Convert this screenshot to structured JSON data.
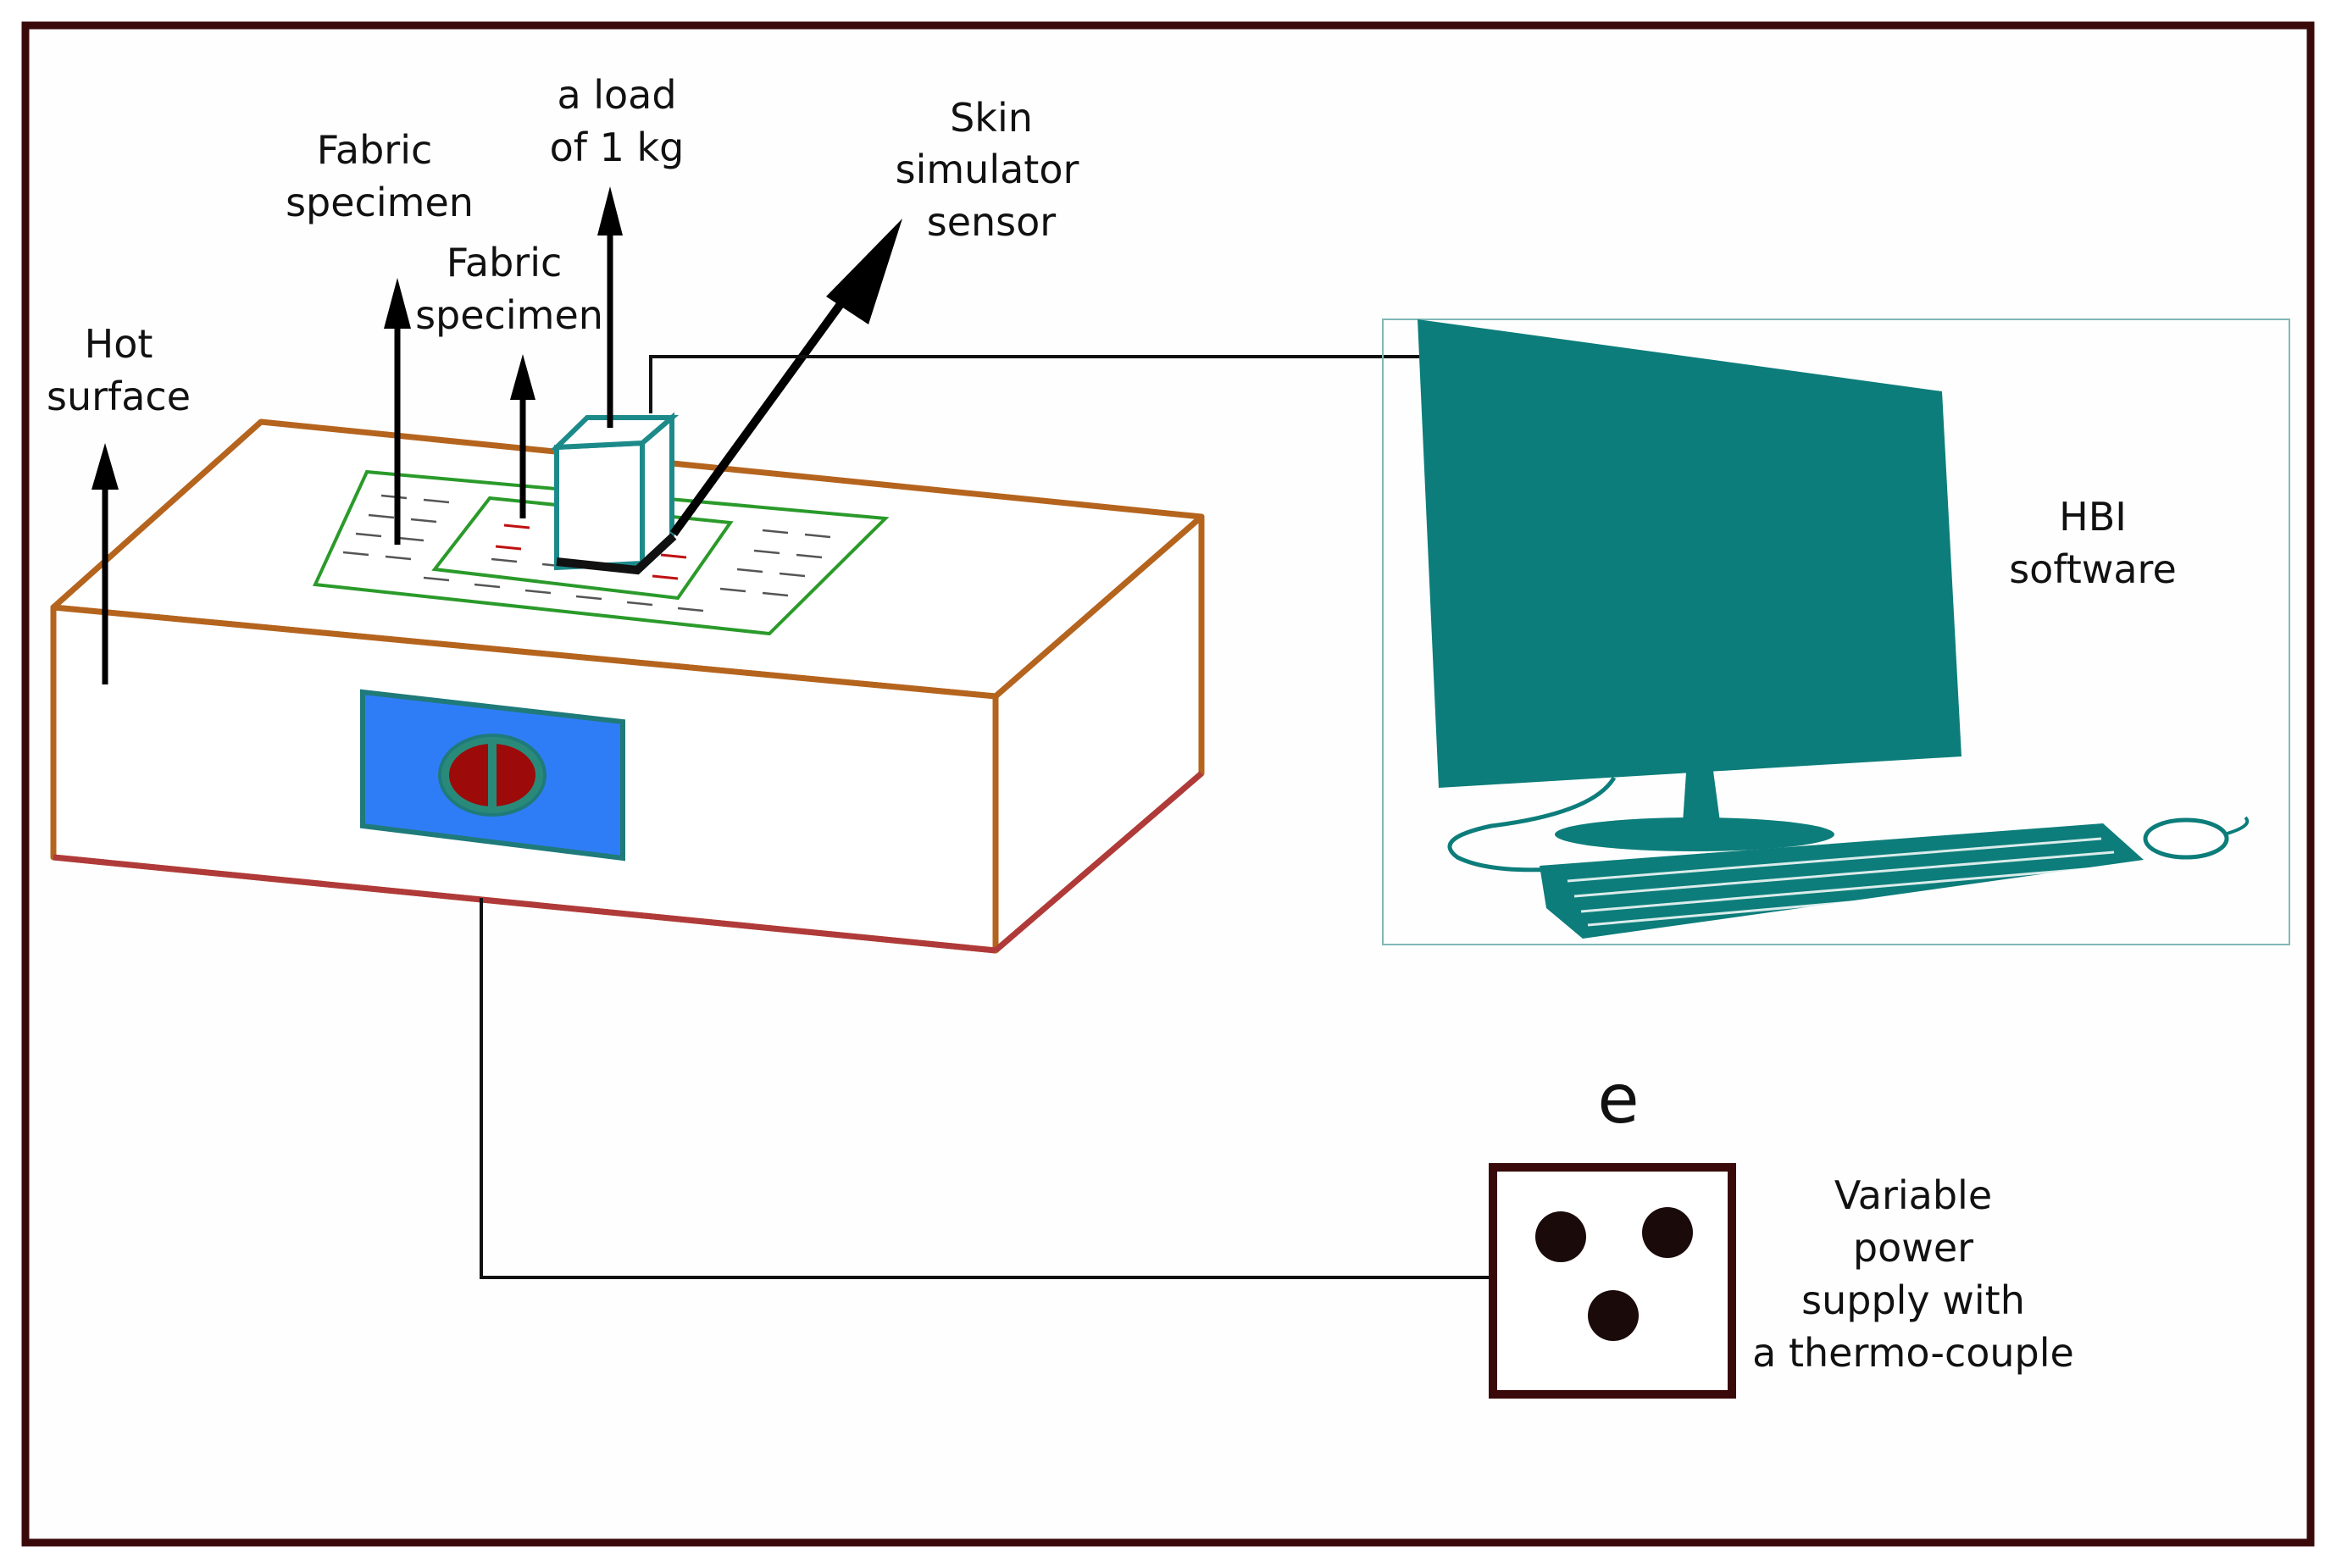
{
  "colors": {
    "frame": "#3a0a0a",
    "box_edge": "#b5641e",
    "box_bottom_edge": "#b03a3a",
    "fabric_outline": "#2a9a2a",
    "sensor_outline": "#1d8a8a",
    "panel_fill": "#2f7df6",
    "panel_border": "#1f7a7a",
    "knob_fill": "#9c0a0a",
    "computer": "#0c7d7a",
    "power_box_border": "#3a0a0a",
    "power_dot": "#1a0a0a"
  },
  "labels": {
    "hot_surface": [
      "Hot",
      "surface"
    ],
    "fabric_specimen_outer": [
      "Fabric",
      "specimen"
    ],
    "fabric_specimen_inner": [
      "Fabric",
      "specimen"
    ],
    "load": [
      "a load",
      "of 1 kg"
    ],
    "skin_sensor": [
      "Skin",
      "simulator",
      "sensor"
    ],
    "software": [
      "HBI",
      "software"
    ],
    "power_marker": "e",
    "power_supply": [
      "Variable",
      "power",
      "supply with",
      "a thermo-couple"
    ]
  },
  "icons": {
    "computer": "desktop-computer-icon",
    "power_supply": "power-supply-icon"
  }
}
